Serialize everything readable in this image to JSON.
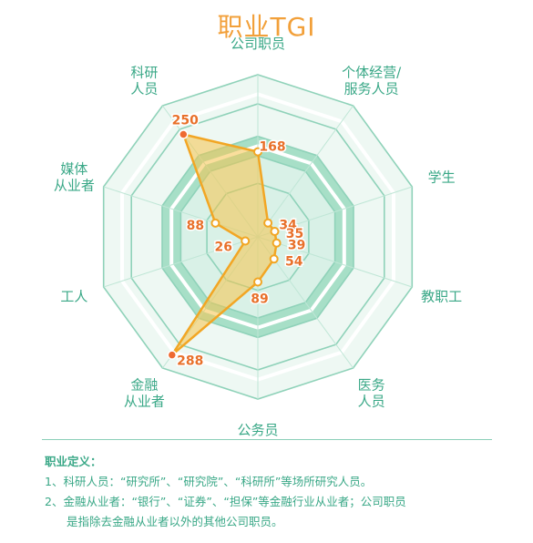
{
  "title": "职业TGI",
  "colors": {
    "accent": "#f2a03a",
    "label_green": "#3aa887",
    "ring_light": "#eef8f3",
    "ring_mid": "#d9f1e7",
    "ring_dark": "#a7dfc7",
    "series_fill": "#f5c24a",
    "series_line": "#f2a624",
    "value_text": "#e8702a",
    "marker_hot": "#ee6a32"
  },
  "chart_data": {
    "type": "radar",
    "title": "职业TGI",
    "categories": [
      [
        "公司职员"
      ],
      [
        "个体经营/",
        "服务人员"
      ],
      [
        "学生"
      ],
      [
        "教职工"
      ],
      [
        "医务",
        "人员"
      ],
      [
        "公务员"
      ],
      [
        "金融",
        "从业者"
      ],
      [
        "工人"
      ],
      [
        "媒体",
        "从业者"
      ],
      [
        "科研",
        "人员"
      ]
    ],
    "values": [
      168,
      34,
      35,
      39,
      54,
      89,
      288,
      26,
      88,
      250
    ],
    "value_labels": [
      "168",
      "34",
      "35",
      "39",
      "54",
      "89",
      "288",
      "26",
      "88",
      "250"
    ],
    "highlight_indices": [
      6,
      9
    ],
    "rmax": 320,
    "rings": 4,
    "grid": true,
    "legend": "none"
  },
  "notes": {
    "title": "职业定义：",
    "line1": "1、科研人员：“研究所”、“研究院”、“科研所”等场所研究人员。",
    "line2": "2、金融从业者：“银行”、“证券”、“担保”等金融行业从业者；公司职员",
    "line3": "是指除去金融从业者以外的其他公司职员。"
  }
}
